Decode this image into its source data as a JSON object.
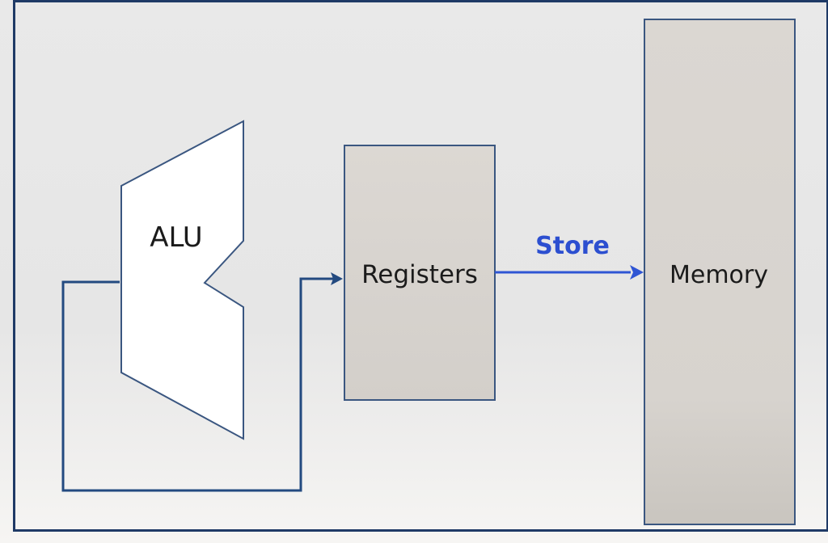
{
  "diagram": {
    "alu": {
      "label": "ALU"
    },
    "registers": {
      "label": "Registers"
    },
    "memory": {
      "label": "Memory"
    },
    "store_arrow": {
      "label": "Store"
    }
  },
  "colors": {
    "frame": "#1f3a66",
    "box_fill": "#dcd8d3",
    "box_stroke": "#3a5680",
    "line": "#234a80",
    "store_arrow": "#2f55d4",
    "store_text": "#2c4fd0",
    "text": "#1b1b1b"
  }
}
